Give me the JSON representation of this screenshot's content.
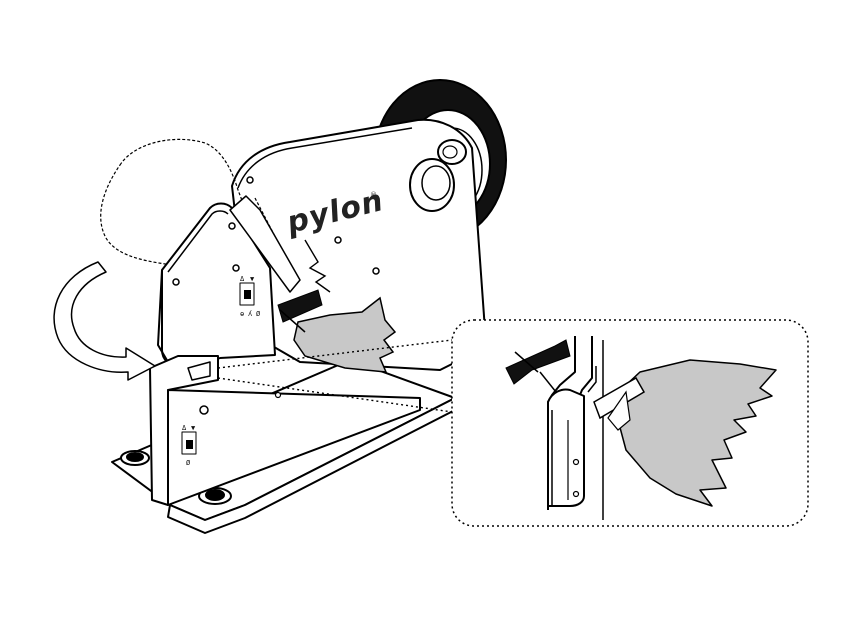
{
  "brand": {
    "name": "pylon",
    "registered_mark": "®"
  },
  "plate_marks": {
    "front_plate": [
      "Δ",
      "▼",
      "ɵ",
      "ʎ",
      "Ø"
    ],
    "base_plate": [
      "Δ",
      "▼",
      "Ø"
    ]
  },
  "icons": [
    "curved-arrow-icon",
    "tape-reel-icon",
    "bag-icon",
    "detail-magnifier"
  ],
  "colors": {
    "line": "#000000",
    "bag_fill": "#c8c8c8",
    "tape_reel": "#111111",
    "background": "#ffffff"
  }
}
